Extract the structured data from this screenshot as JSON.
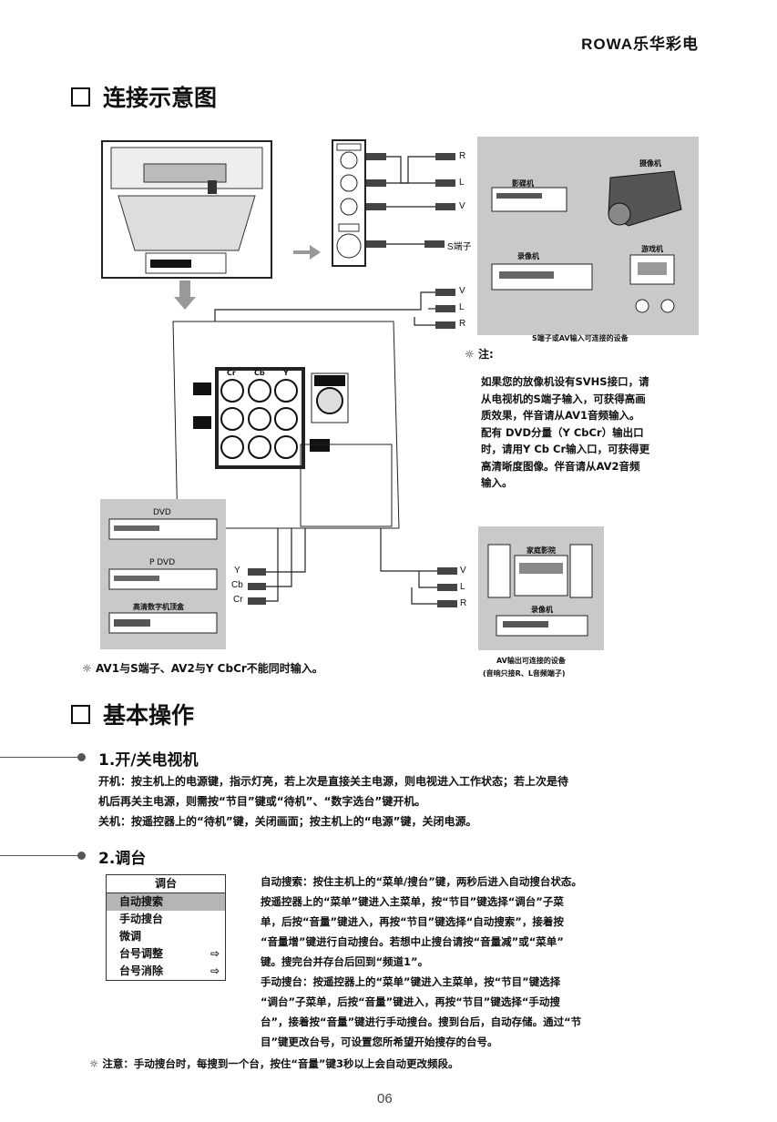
{
  "header": {
    "brand": "ROWA乐华彩电"
  },
  "section1": {
    "title": "连接示意图"
  },
  "jacks": {
    "r": "R",
    "l": "L",
    "v": "V",
    "s_terminal": "S端子",
    "y": "Y",
    "cb": "Cb",
    "cr": "Cr"
  },
  "panel_labels": {
    "y_col": "Y",
    "cb_col": "Cb",
    "cr_col": "Cr"
  },
  "devices_top": {
    "vcd": "影碟机",
    "camcorder": "摄像机",
    "vcr": "录像机",
    "game": "游戏机",
    "caption": "S端子或AV输入可连接的设备"
  },
  "note1": {
    "label": "注:",
    "lines": [
      "如果您的放像机设有SVHS接口，请",
      "从电视机的S端子输入，可获得高画",
      "质效果，伴音请从AV1音频输入。",
      "配有 DVD分量（Y CbCr）输出口",
      "时，请用Y Cb Cr输入口，可获得更",
      "高清晰度图像。伴音请从AV2音频",
      "输入。"
    ]
  },
  "devices_left": {
    "dvd": "DVD",
    "pdvd": "P DVD",
    "digital": "高清数字机顶盒"
  },
  "devices_right": {
    "audio": "家庭影院",
    "video": "录像机",
    "caption1": "AV输出可连接的设备",
    "caption2": "(音响只接R、L音频端子)"
  },
  "note2": "AV1与S端子、AV2与Y CbCr不能同时输入。",
  "section2": {
    "title": "基本操作"
  },
  "sub1": {
    "title": "1.开/关电视机",
    "p1": "开机：按主机上的电源键，指示灯亮，若上次是直接关主电源，则电视进入工作状态；若上次是待",
    "p2": "机后再关主电源，则需按“节目”键或“待机”、“数字选台”键开机。",
    "p3": "关机：按遥控器上的“待机”键，关闭画面；按主机上的“电源”键，关闭电源。"
  },
  "sub2": {
    "title": "2.调台",
    "menu": {
      "header": "调台",
      "items": [
        {
          "label": "自动搜索",
          "selected": true,
          "arrow": false
        },
        {
          "label": "手动搜台",
          "selected": false,
          "arrow": false
        },
        {
          "label": "微调",
          "selected": false,
          "arrow": false
        },
        {
          "label": "台号调整",
          "selected": false,
          "arrow": true
        },
        {
          "label": "台号消除",
          "selected": false,
          "arrow": true
        }
      ],
      "arrow_glyph": "⇨"
    },
    "text": [
      "自动搜索：按住主机上的“菜单/搜台”键，两秒后进入自动搜台状态。",
      "按遥控器上的“菜单”键进入主菜单，按“节目”键选择“调台”子菜",
      "单，后按“音量”键进入，再按“节目”键选择“自动搜索”，接着按",
      "“音量增”键进行自动搜台。若想中止搜台请按“音量减”或“菜单”",
      "键。搜完台并存台后回到“频道1”。",
      "手动搜台：按遥控器上的“菜单”键进入主菜单，按“节目”键选择",
      "“调台”子菜单，后按“音量”键进入，再按“节目”键选择“手动搜",
      "台”，接着按“音量”键进行手动搜台。搜到台后，自动存储。通过“节",
      "目”键更改台号，可设置您所希望开始搜存的台号。"
    ]
  },
  "note3": "注意：手动搜台时，每搜到一个台，按住“音量”键3秒以上会自动更改频段。",
  "page_number": "06"
}
